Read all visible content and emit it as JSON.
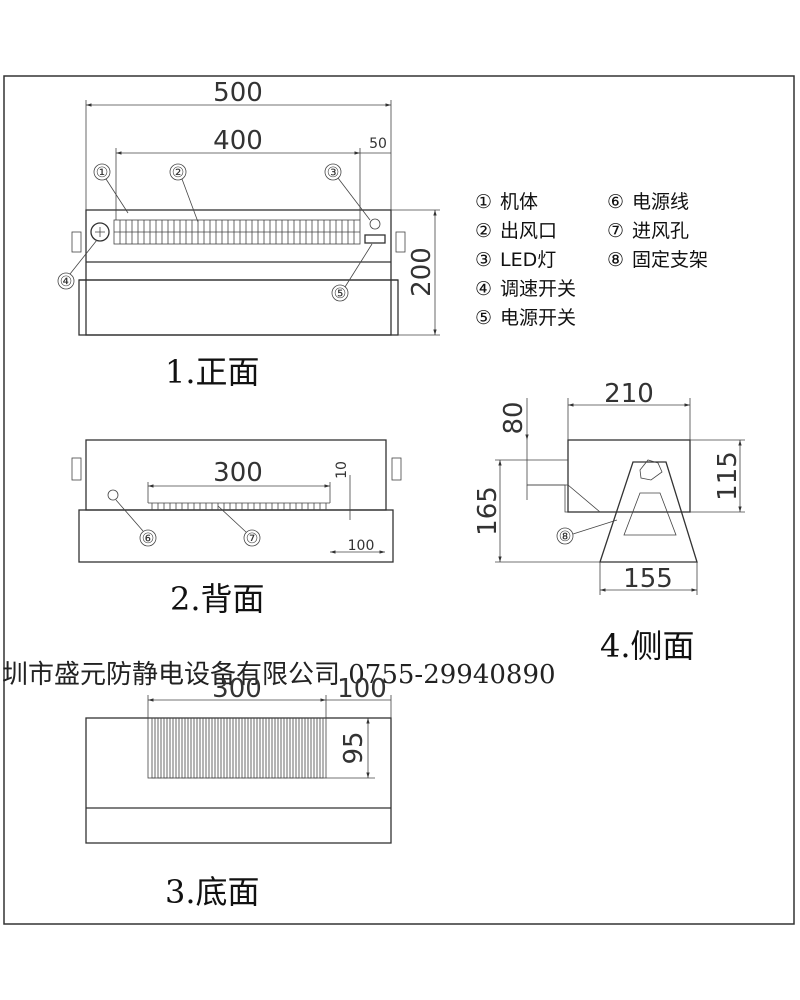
{
  "views": {
    "front": "1.正面",
    "back": "2.背面",
    "bottom": "3.底面",
    "side": "4.侧面"
  },
  "dimensions": {
    "width_500": "500",
    "width_400": "400",
    "offset_50": "50",
    "height_200": "200",
    "back_300": "300",
    "back_10": "10",
    "back_100": "100",
    "bottom_300": "300",
    "bottom_100": "100",
    "bottom_95": "95",
    "side_210": "210",
    "side_80": "80",
    "side_115": "115",
    "side_165": "165",
    "side_155": "155"
  },
  "markers": [
    "①",
    "②",
    "③",
    "④",
    "⑤",
    "⑥",
    "⑦",
    "⑧"
  ],
  "legend": [
    {
      "mark": "①",
      "text": "机体"
    },
    {
      "mark": "②",
      "text": "出风口"
    },
    {
      "mark": "③",
      "text": "LED灯"
    },
    {
      "mark": "④",
      "text": "调速开关"
    },
    {
      "mark": "⑤",
      "text": "电源开关"
    },
    {
      "mark": "⑥",
      "text": "电源线"
    },
    {
      "mark": "⑦",
      "text": "进风孔"
    },
    {
      "mark": "⑧",
      "text": "固定支架"
    }
  ],
  "company": "圳市盛元防静电设备有限公司  0755-29940890"
}
